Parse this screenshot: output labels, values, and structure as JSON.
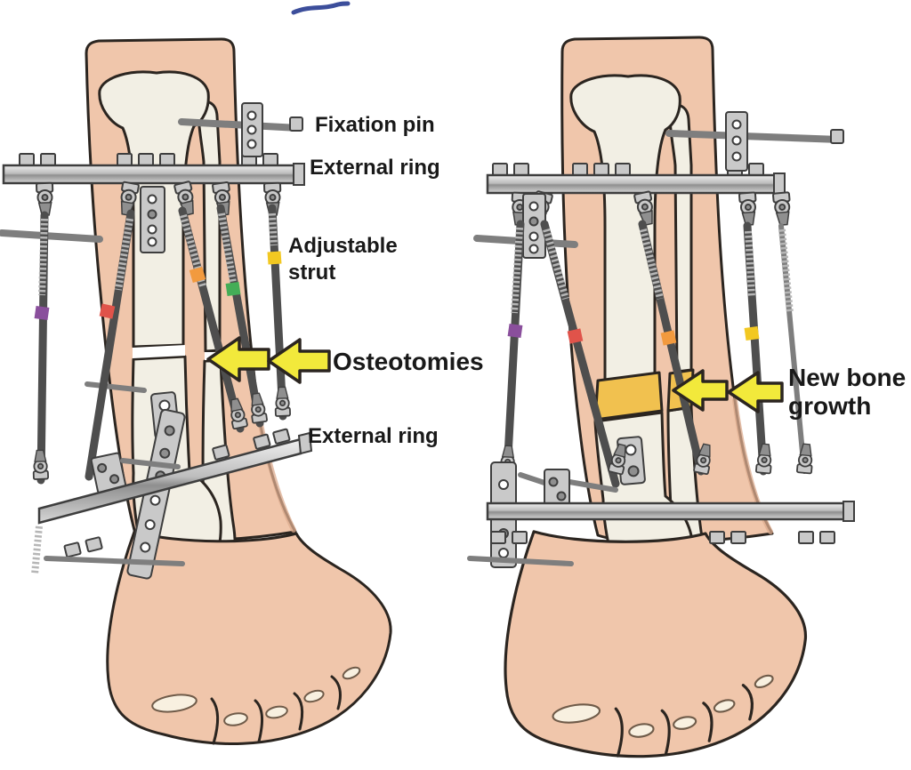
{
  "diagram": {
    "panels": {
      "left": {
        "annotations": {
          "fixation_pin": "Fixation pin",
          "external_ring_top": "External ring",
          "adjustable_strut": [
            "Adjustable",
            "strut"
          ],
          "osteotomies": "Osteotomies",
          "external_ring_bottom": "External ring"
        },
        "strut_band_colors": [
          "purple",
          "red",
          "orange",
          "green",
          "yellow"
        ]
      },
      "right": {
        "annotations": {
          "new_bone_growth": [
            "New bone",
            "growth"
          ]
        },
        "strut_band_colors": [
          "purple",
          "red",
          "orange",
          "yellow"
        ]
      }
    },
    "colors": {
      "background": "#ffffff",
      "skin": "#f0c6ab",
      "skin_shadow": "#dcab8d",
      "outline": "#2b2520",
      "bone": "#f2efe4",
      "new_bone": "#f1c14f",
      "metal": "#c9c9c9",
      "metal_dark": "#8f8f8f",
      "metal_edge": "#3e3e3e",
      "rod": "#4e4e4e",
      "thread": "#b6b6b6",
      "pin": "#7e7e7e",
      "arrow_yellow": "#f2e93b",
      "band_purple": "#8a4f9c",
      "band_red": "#e0534a",
      "band_orange": "#f29a3e",
      "band_green": "#44ad57",
      "band_yellow": "#f2c822",
      "label_text": "#191919",
      "nail": "#f8f0e0",
      "swoosh_blue": "#3c4e9b"
    }
  }
}
